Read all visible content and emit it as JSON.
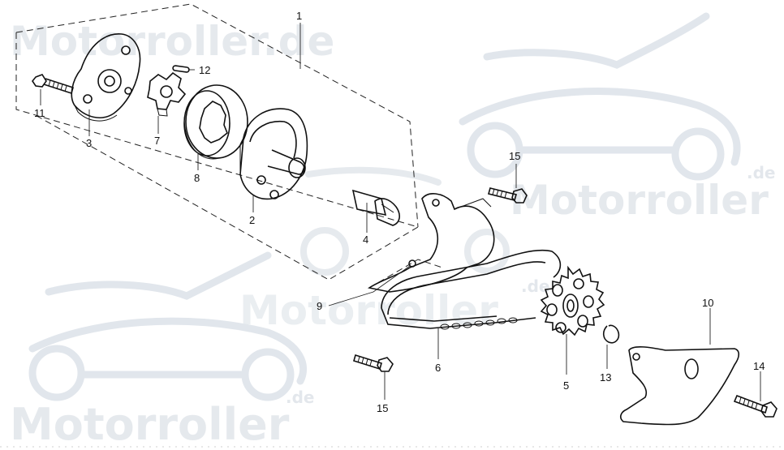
{
  "watermark": {
    "text": "Motorroller.de",
    "brand": "Motorroller",
    "suffix": ".de",
    "color": "#dde3ea"
  },
  "callouts": [
    {
      "id": "1",
      "label": "1"
    },
    {
      "id": "2",
      "label": "2"
    },
    {
      "id": "3",
      "label": "3"
    },
    {
      "id": "4",
      "label": "4"
    },
    {
      "id": "5",
      "label": "5"
    },
    {
      "id": "6",
      "label": "6"
    },
    {
      "id": "7",
      "label": "7"
    },
    {
      "id": "8",
      "label": "8"
    },
    {
      "id": "9",
      "label": "9"
    },
    {
      "id": "10",
      "label": "10"
    },
    {
      "id": "11",
      "label": "11"
    },
    {
      "id": "12",
      "label": "12"
    },
    {
      "id": "13",
      "label": "13"
    },
    {
      "id": "14",
      "label": "14"
    },
    {
      "id": "15a",
      "label": "15"
    },
    {
      "id": "15b",
      "label": "15"
    }
  ]
}
